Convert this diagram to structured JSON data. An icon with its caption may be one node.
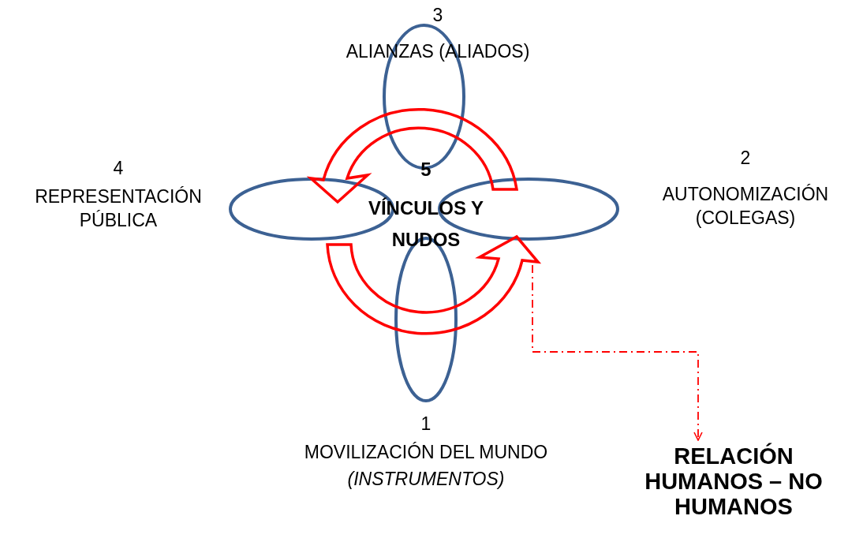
{
  "diagram": {
    "nodes": [
      {
        "text": [
          "3",
          "ALIANZAS (ALIADOS)"
        ]
      },
      {
        "text": [
          "2",
          "AUTONOMIZACIÓN (COLEGAS)"
        ]
      },
      {
        "text": [
          "1",
          "MOVILIZACIÓN DEL MUNDO",
          "(INSTRUMENTOS)"
        ]
      },
      {
        "text": [
          "4",
          "REPRESENTACIÓN PÚBLICA"
        ]
      },
      {
        "text": [
          "RELACIÓN HUMANOS – NO HUMANOS"
        ]
      }
    ],
    "edges": [
      {
        "from": 1,
        "to": 3,
        "arrow": "to",
        "style": "thick",
        "color": "#ff0000"
      },
      {
        "from": 3,
        "to": 1,
        "arrow": "to",
        "style": "thick",
        "color": "#ff0000"
      },
      {
        "from": 1,
        "to": 4,
        "arrow": "to",
        "style": "dashed",
        "color": "#ff0000"
      }
    ],
    "labels": [
      "5",
      "VÍNCULOS Y NUDOS"
    ]
  }
}
